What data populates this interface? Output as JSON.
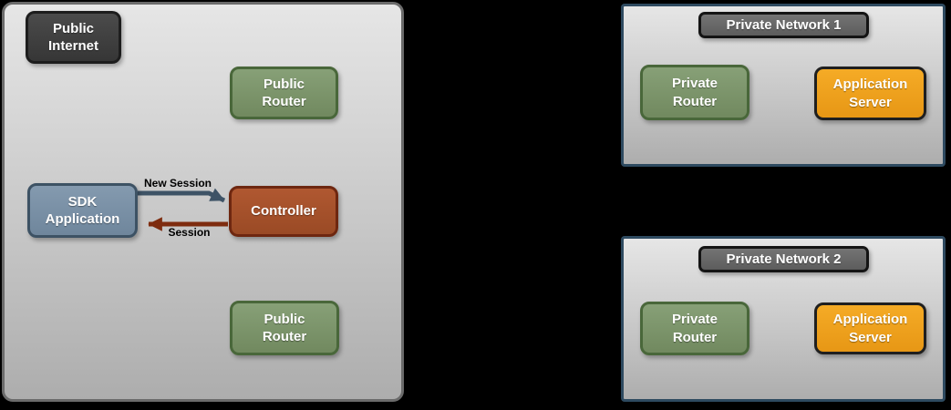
{
  "colors": {
    "background": "#000000",
    "zone_fill_top": "#e6e6e6",
    "zone_fill_bottom": "#adadad",
    "public_zone_border": "#6b6b6b",
    "private_zone_border": "#2e4a60",
    "dark_badge_fill": "#3f3f3f",
    "network_title_fill": "#686868",
    "router_green_fill": "#7d966e",
    "router_green_border": "#49673a",
    "app_server_orange": "#f0a01e",
    "sdk_blue_fill": "#7a92a8",
    "sdk_blue_border": "#3d5264",
    "controller_rust_fill": "#a7502b",
    "controller_rust_border": "#6e2710",
    "arrow_new_session": "#3e5366",
    "arrow_session": "#7e2c0f"
  },
  "public_zone": {
    "badge": "Public\nInternet",
    "router_top": "Public\nRouter",
    "sdk_application": "SDK\nApplication",
    "controller": "Controller",
    "router_bottom": "Public\nRouter"
  },
  "arrows": {
    "new_session": "New Session",
    "session": "Session"
  },
  "private_networks": [
    {
      "title": "Private Network 1",
      "router": "Private\nRouter",
      "server": "Application\nServer"
    },
    {
      "title": "Private Network 2",
      "router": "Private\nRouter",
      "server": "Application\nServer"
    }
  ]
}
